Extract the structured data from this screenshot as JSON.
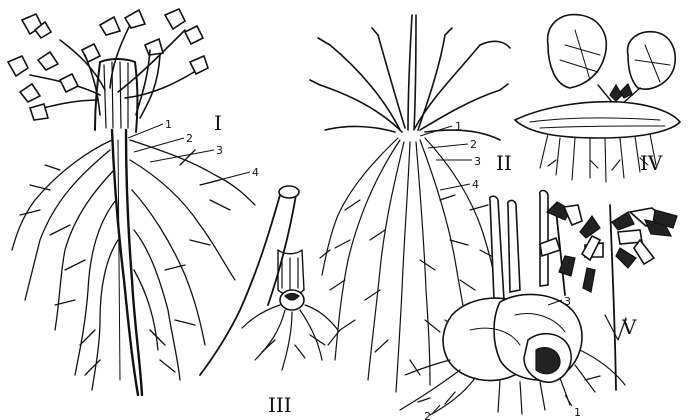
{
  "figures": [
    {
      "id": "I",
      "roman": "I",
      "callouts": [
        "1",
        "2",
        "3",
        "4"
      ]
    },
    {
      "id": "II",
      "roman": "II",
      "callouts": [
        "1",
        "2",
        "3",
        "4"
      ]
    },
    {
      "id": "III",
      "roman": "III",
      "callouts": []
    },
    {
      "id": "IV",
      "roman": "IV",
      "callouts": []
    },
    {
      "id": "V",
      "roman": "V",
      "callouts": [
        "3",
        "2",
        "1"
      ]
    }
  ],
  "style": {
    "ink_color": "#111111",
    "background_color": "#ffffff"
  }
}
